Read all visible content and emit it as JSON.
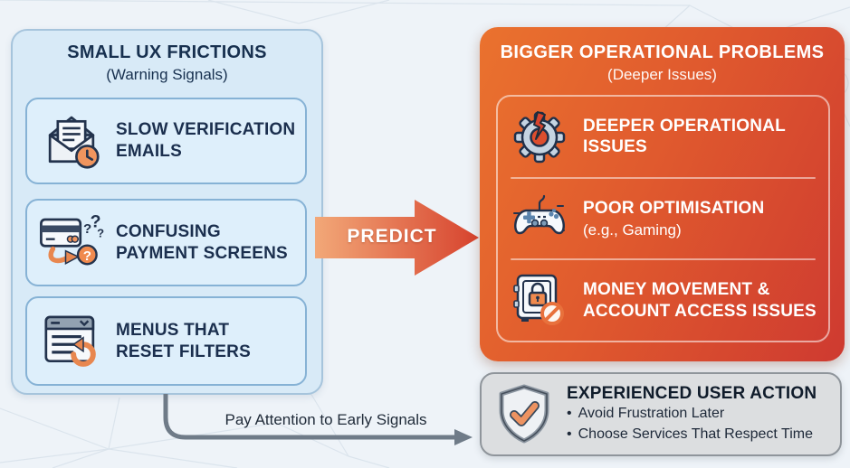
{
  "background_color": "#eef3f8",
  "left_panel": {
    "title": "SMALL UX FRICTIONS",
    "subtitle": "(Warning Signals)",
    "items": [
      {
        "icon": "envelope-clock-icon",
        "label": "SLOW VERIFICATION\nEMAILS"
      },
      {
        "icon": "payment-card-question-icon",
        "label": "CONFUSING\nPAYMENT SCREENS"
      },
      {
        "icon": "menu-reset-icon",
        "label": "MENUS THAT\nRESET FILTERS"
      }
    ]
  },
  "predict_arrow": {
    "label": "PREDICT",
    "gradient_start": "#f2a878",
    "gradient_end": "#d7432e"
  },
  "right_panel": {
    "title": "BIGGER OPERATIONAL PROBLEMS",
    "subtitle": "(Deeper Issues)",
    "gradient_start": "#ea722e",
    "gradient_end": "#ce3a30",
    "items": [
      {
        "icon": "broken-gear-icon",
        "label": "DEEPER OPERATIONAL\nISSUES"
      },
      {
        "icon": "gamepad-icon",
        "label": "POOR OPTIMISATION",
        "sublabel": "(e.g., Gaming)"
      },
      {
        "icon": "safe-lock-icon",
        "label": "MONEY MOVEMENT &\nACCOUNT ACCESS ISSUES"
      }
    ]
  },
  "connector": {
    "label": "Pay Attention to Early Signals",
    "color": "#6f7b88"
  },
  "action_panel": {
    "icon": "shield-check-icon",
    "title": "EXPERIENCED USER ACTION",
    "bullet_char": "•",
    "bullets": [
      "Avoid Frustration Later",
      "Choose Services That Respect Time"
    ]
  }
}
